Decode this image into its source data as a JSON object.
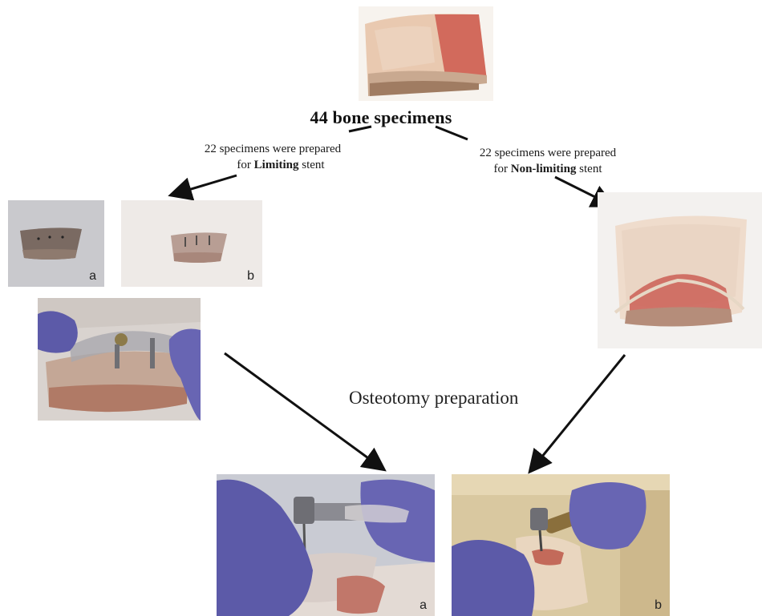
{
  "title": "44 bone specimens",
  "left_branch": {
    "line1": "22 specimens were prepared",
    "line2_prefix": "for ",
    "line2_bold": "Limiting",
    "line2_suffix": " stent"
  },
  "right_branch": {
    "line1": "22 specimens were prepared",
    "line2_prefix": "for ",
    "line2_bold": "Non-limiting",
    "line2_suffix": " stent"
  },
  "center_label": "Osteotomy preparation",
  "panel_letters": {
    "stent_a": "a",
    "stent_b": "b",
    "drill_a": "a",
    "drill_b": "b"
  }
}
